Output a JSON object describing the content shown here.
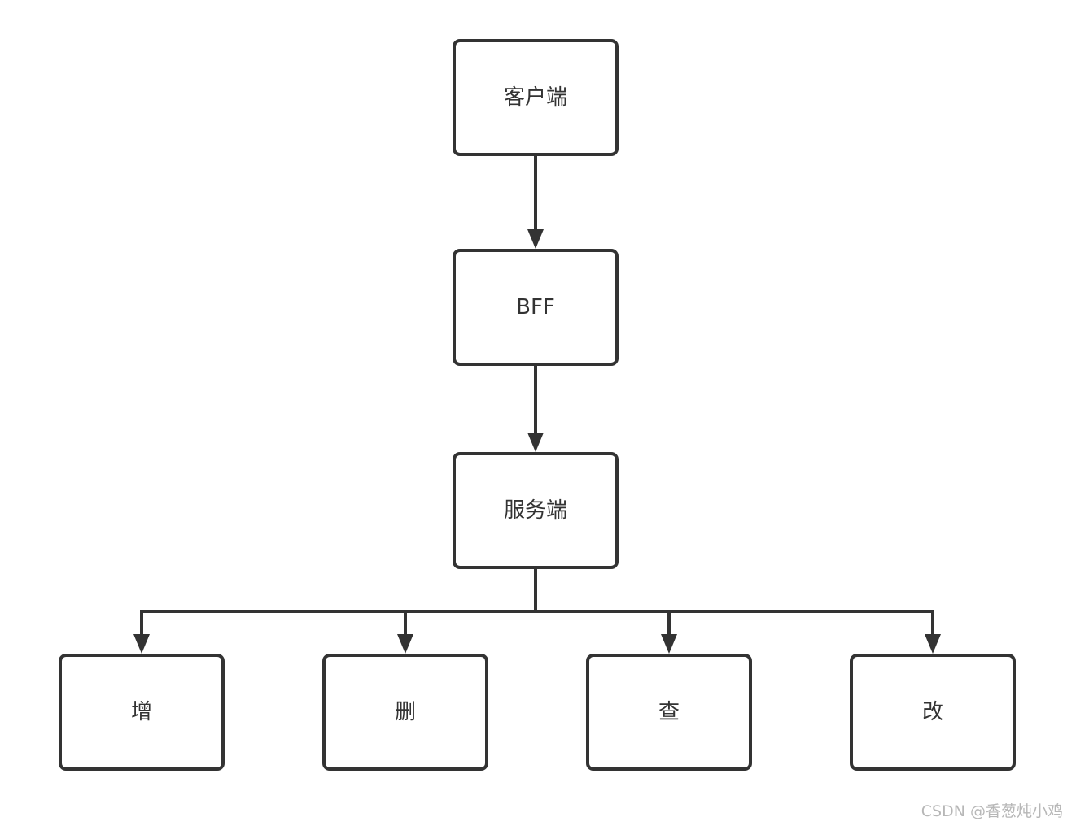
{
  "nodes": {
    "client": "客户端",
    "bff": "BFF",
    "server": "服务端",
    "create": "增",
    "delete": "删",
    "read": "查",
    "update": "改"
  },
  "edges": [
    {
      "from": "client",
      "to": "bff"
    },
    {
      "from": "bff",
      "to": "server"
    },
    {
      "from": "server",
      "to": "create"
    },
    {
      "from": "server",
      "to": "delete"
    },
    {
      "from": "server",
      "to": "read"
    },
    {
      "from": "server",
      "to": "update"
    }
  ],
  "watermark": "CSDN @香葱炖小鸡",
  "colors": {
    "stroke": "#333333",
    "text": "#333333",
    "watermark": "#b7b7b7",
    "background": "#ffffff"
  }
}
